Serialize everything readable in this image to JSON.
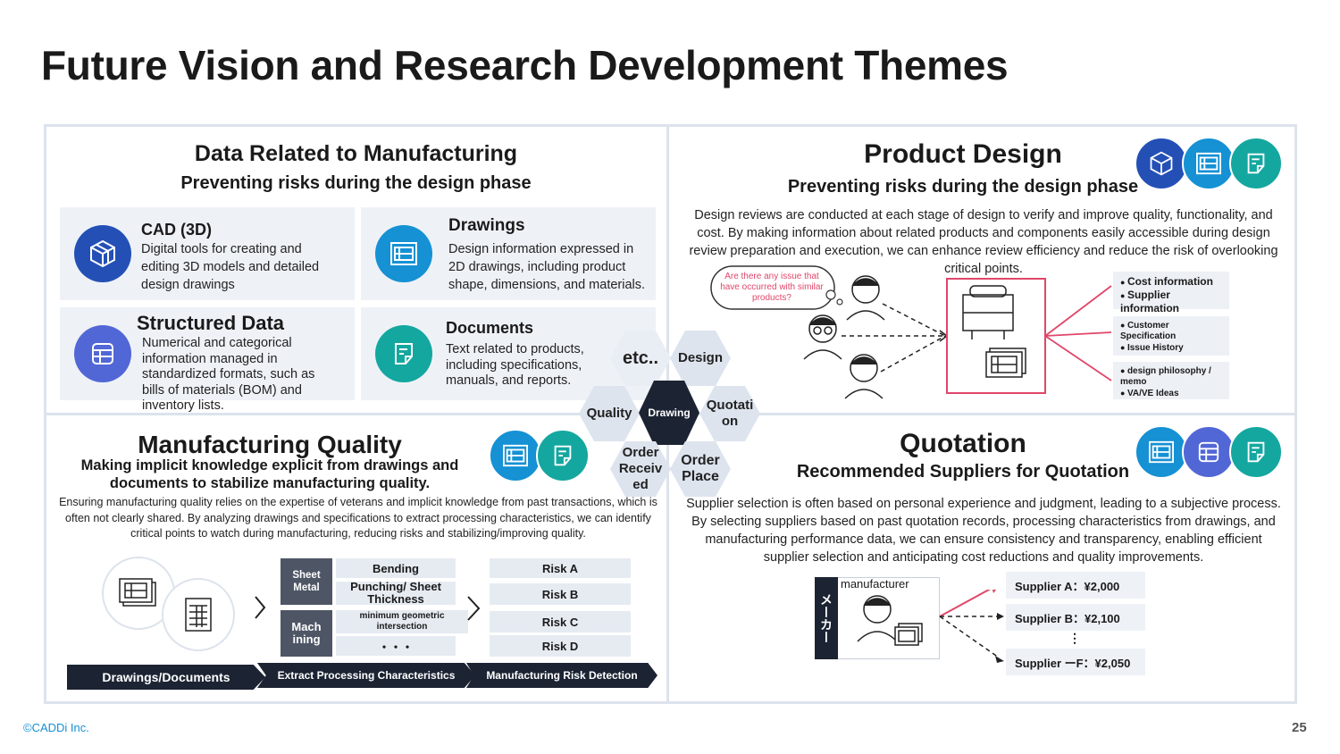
{
  "title": "Future Vision and Research Development Themes",
  "footer": {
    "copyright": "©CADDi Inc.",
    "page": "25"
  },
  "tl": {
    "title": "Data Related to Manufacturing",
    "subtitle": "Preventing risks during the design phase",
    "cards": [
      {
        "title": "CAD (3D)",
        "text": "Digital tools for creating and editing 3D models and detailed design drawings",
        "icon": "cad-cube-icon"
      },
      {
        "title": "Drawings",
        "text": "Design information expressed in 2D drawings, including product shape, dimensions, and materials.",
        "icon": "drawing-icon"
      },
      {
        "title": "Structured Data",
        "text": " Numerical and categorical information managed in standardized formats, such as bills of materials (BOM) and inventory lists.",
        "icon": "table-icon"
      },
      {
        "title": "Documents",
        "text": "Text related to products, including specifications, manuals, and reports.",
        "icon": "document-icon"
      }
    ]
  },
  "hexes": {
    "center": "Drawing",
    "etc": "etc..",
    "design": "Design",
    "quality": "Quality",
    "quotation": "Quotati on",
    "order_receive": "Order Receiv ed",
    "order_place": "Order Place"
  },
  "tr": {
    "title": "Product Design",
    "subtitle": "Preventing risks during the design phase",
    "para": "Design reviews are conducted at each stage of design to verify and improve quality, functionality, and cost. By making information about related products and components easily accessible during design review preparation and execution, we can enhance review efficiency and reduce the risk of overlooking critical points.",
    "bubble": "Are there any issue that have occurred with similar products?",
    "info1": [
      "Cost information",
      "Supplier information"
    ],
    "info2": [
      "Customer Specification",
      "Issue History"
    ],
    "info3": [
      "design philosophy / memo",
      "VA/VE Ideas"
    ]
  },
  "bl": {
    "title": "Manufacturing Quality",
    "subtitle": "Making implicit knowledge explicit from drawings and documents to stabilize manufacturing quality.",
    "para": "Ensuring manufacturing quality relies on the expertise of veterans and implicit knowledge from past transactions, which is often not clearly shared. By analyzing drawings and specifications to extract processing characteristics, we can identify critical points to watch during manufacturing, reducing risks and stabilizing/improving quality.",
    "sheet_metal": "Sheet Metal",
    "machining": "Mach ining",
    "chars": [
      "Bending",
      "Punching/ Sheet Thickness",
      "minimum geometric intersection",
      "・・・"
    ],
    "risks": [
      "Risk A",
      "Risk B",
      "Risk C",
      "Risk D"
    ],
    "steps": [
      "Drawings/Documents",
      "Extract Processing Characteristics",
      "Manufacturing Risk Detection"
    ]
  },
  "br": {
    "title": "Quotation",
    "subtitle": "Recommended Suppliers for Quotation",
    "para": "Supplier selection is often based on personal experience and judgment, leading to a subjective process. By selecting suppliers based on past quotation records, processing characteristics from drawings, and manufacturing performance data, we can ensure consistency and transparency, enabling efficient supplier selection and anticipating cost reductions and quality improvements.",
    "maker_jp": "メーカー",
    "manufacturer": "manufacturer",
    "suppliers": [
      "Supplier A：¥2,000",
      "Supplier B：¥2,100",
      "Supplier ーF：¥2,050"
    ],
    "dots": "⋮"
  },
  "colors": {
    "dark_blue": "#2450b6",
    "light_blue": "#1591d4",
    "purple": "#5267d6",
    "teal": "#14a7a0",
    "red": "#e0466a",
    "navy": "#1c2433"
  }
}
